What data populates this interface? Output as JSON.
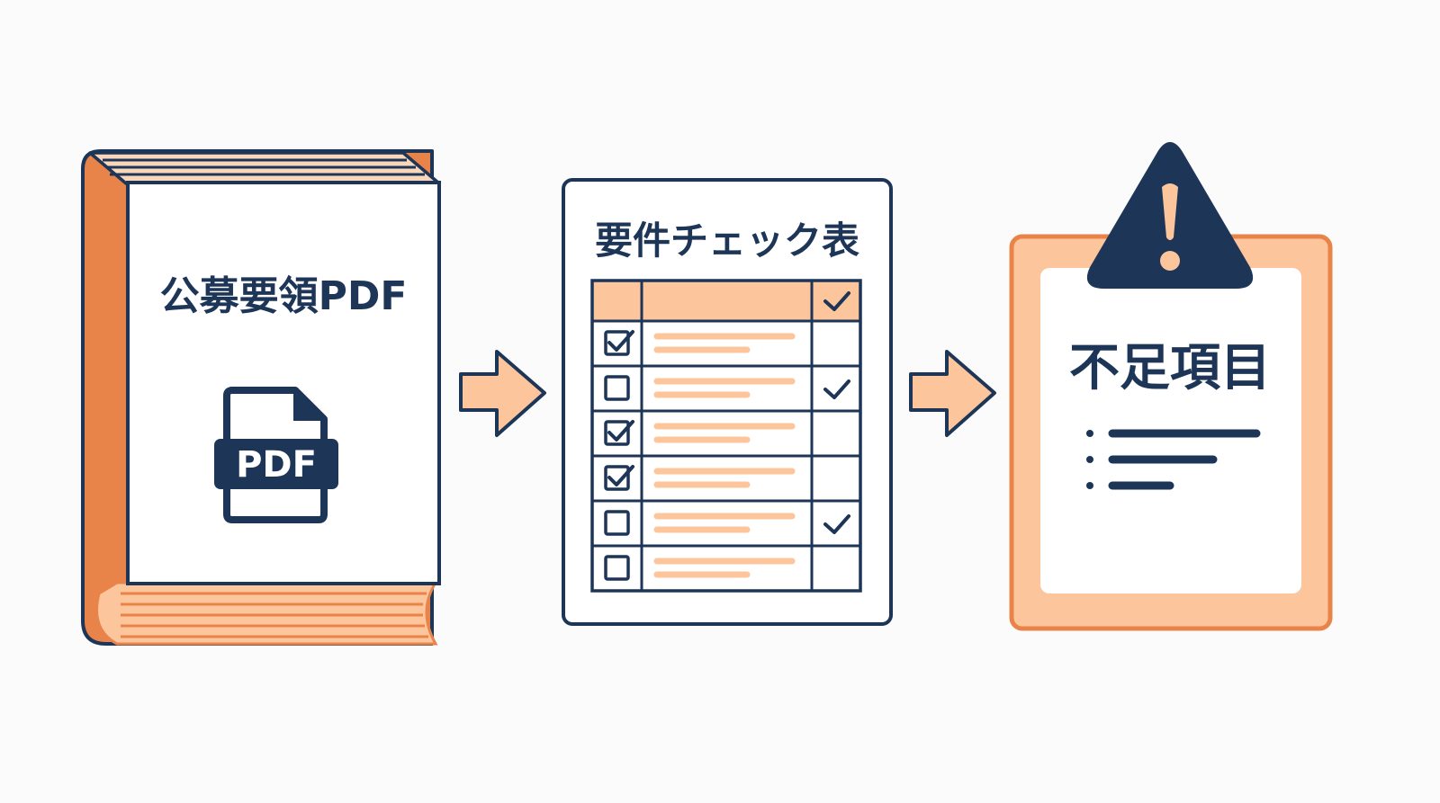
{
  "colors": {
    "navy": "#1d3557",
    "orange": "#e8844a",
    "peach": "#fcc59b",
    "light_peach": "#fad7b8",
    "paper": "#ffffff",
    "background": "#fbfbfb"
  },
  "book": {
    "title": "公募要領PDF",
    "pdf_badge": "PDF"
  },
  "checklist": {
    "title": "要件チェック表",
    "rows": [
      {
        "left_checked": true,
        "right_checked": false
      },
      {
        "left_checked": false,
        "right_checked": true
      },
      {
        "left_checked": true,
        "right_checked": false
      },
      {
        "left_checked": true,
        "right_checked": false
      },
      {
        "left_checked": false,
        "right_checked": true
      },
      {
        "left_checked": false,
        "right_checked": false
      }
    ]
  },
  "clipboard": {
    "title": "不足項目",
    "bullet_count": 3
  },
  "icons": {
    "pdf": "pdf-file-icon",
    "arrow": "arrow-right-icon",
    "warning": "warning-icon",
    "check": "checkmark-icon"
  }
}
